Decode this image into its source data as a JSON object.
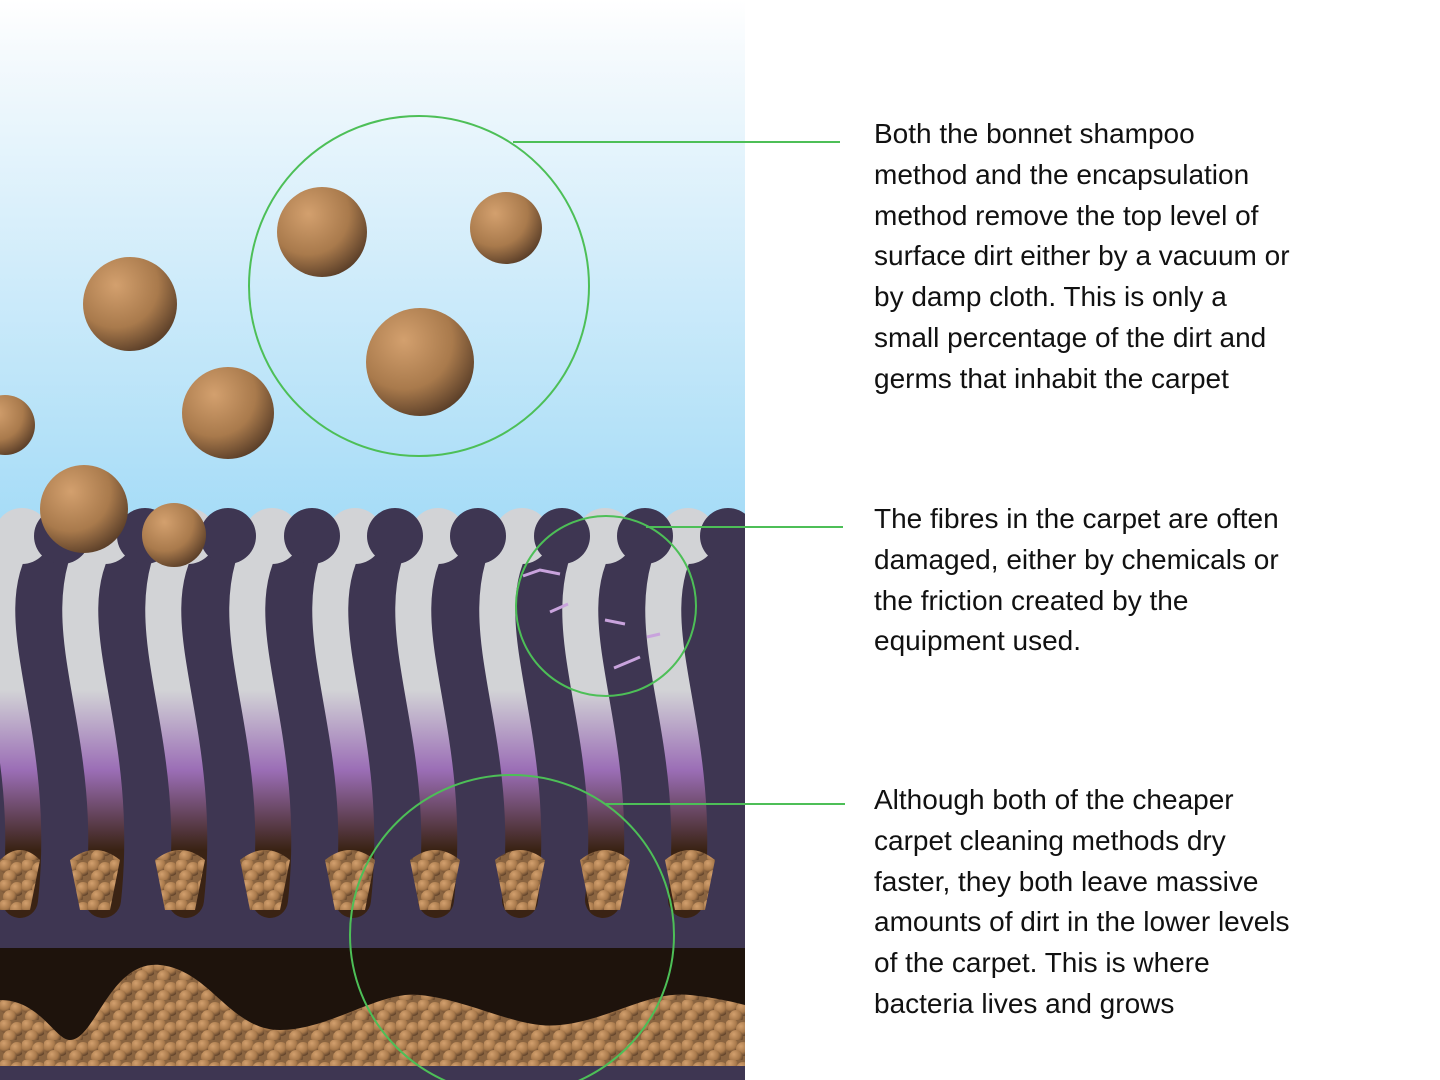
{
  "diagram": {
    "subject": "carpet cross-section",
    "colors": {
      "sky_top": "#ffffff",
      "sky_bottom": "#a6dcf7",
      "carpet_dark": "#3e3652",
      "fibre_light": "#d2d3d6",
      "fibre_purple": "#9b6eb6",
      "fibre_brown": "#3a2314",
      "backing_dark": "#1e130c",
      "dirt": "#a97a4c",
      "callout_line": "#4dbf57",
      "text": "#111111"
    },
    "zones": [
      {
        "name": "airborne surface dirt",
        "marker": "circle",
        "leader_to": "callout-1"
      },
      {
        "name": "damaged fibres",
        "marker": "circle",
        "leader_to": "callout-2"
      },
      {
        "name": "deep embedded dirt",
        "marker": "circle",
        "leader_to": "callout-3"
      }
    ]
  },
  "callouts": [
    {
      "id": "surface-dirt",
      "text": "Both the bonnet shampoo\nmethod and the encapsulation\nmethod remove the top level of\nsurface dirt either by a vacuum or\nby damp cloth.  This is only a\nsmall percentage of the dirt and\ngerms that inhabit the carpet"
    },
    {
      "id": "damaged-fibres",
      "text": "The fibres in the carpet are often\ndamaged, either by chemicals or\nthe friction created by the\nequipment used."
    },
    {
      "id": "deep-dirt",
      "text": "Although both of the cheaper\ncarpet cleaning methods dry\nfaster, they both leave massive\namounts of dirt in the lower levels\nof the carpet.  This is where\nbacteria lives and grows"
    }
  ]
}
